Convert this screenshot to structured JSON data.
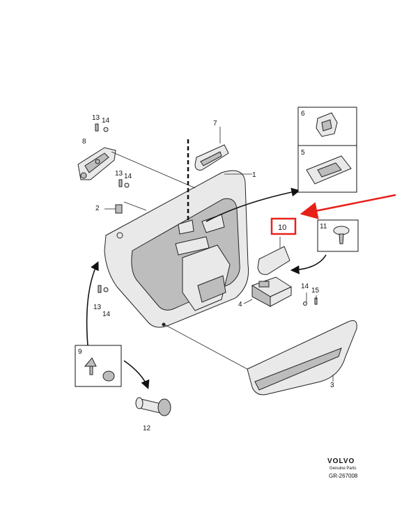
{
  "callouts": {
    "c1": "1",
    "c2": "2",
    "c3": "3",
    "c4": "4",
    "c5": "5",
    "c6": "6",
    "c7": "7",
    "c8": "8",
    "c9": "9",
    "c10": "10",
    "c11": "11",
    "c12": "12",
    "c13": "13",
    "c14": "14",
    "c15": "15"
  },
  "colors": {
    "highlight": "#e8201a"
  },
  "brand": {
    "name": "VOLVO",
    "tagline": "Genuine Parts",
    "code": "GR-267008"
  }
}
